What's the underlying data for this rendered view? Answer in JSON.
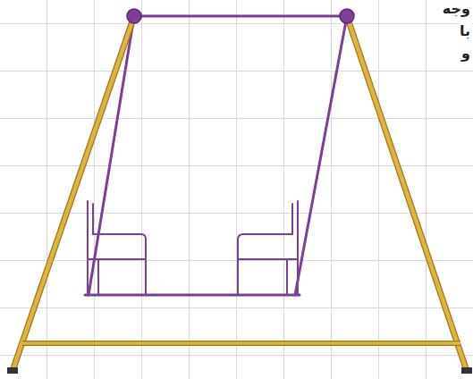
{
  "diagram": {
    "labels": [
      "وجه",
      "با",
      "و"
    ]
  }
}
